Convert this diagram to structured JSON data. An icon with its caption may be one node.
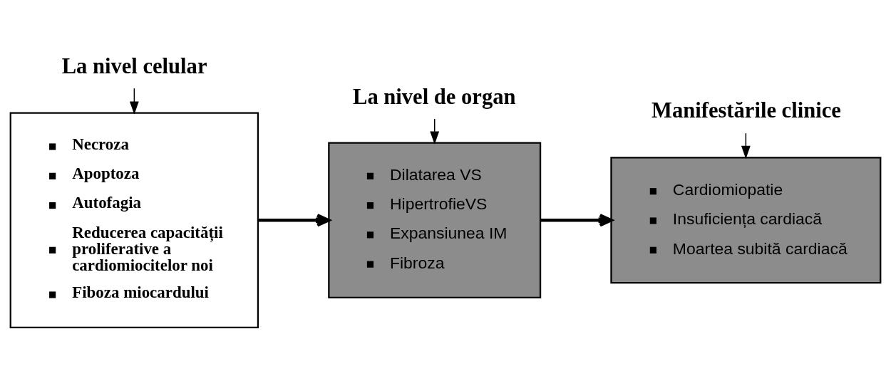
{
  "diagram": {
    "nodes": [
      {
        "text": [
          "La nivel celular"
        ]
      },
      {
        "text": [
          "La nivel de organ"
        ]
      },
      {
        "text": [
          "Manifestările clinice"
        ]
      },
      {
        "text": [
          "Necroza",
          "Apoptoza",
          "Autofagia",
          "Reducerea capacității proliferative a cardiomiocitelor noi",
          "Fiboza miocardului"
        ]
      },
      {
        "text": [
          "Dilatarea VS",
          "HipertrofieVS",
          "Expansiunea IM",
          "Fibroza"
        ]
      },
      {
        "text": [
          "Cardiomiopatie",
          "Insuficiența cardiacă",
          "Moartea subită cardiacă"
        ]
      }
    ],
    "edges": [
      {
        "from": 0,
        "to": 3,
        "arrow": "to"
      },
      {
        "from": 1,
        "to": 4,
        "arrow": "to"
      },
      {
        "from": 2,
        "to": 5,
        "arrow": "to"
      },
      {
        "from": 3,
        "to": 4,
        "arrow": "to",
        "style": "thick"
      },
      {
        "from": 4,
        "to": 5,
        "arrow": "to",
        "style": "thick"
      }
    ]
  }
}
